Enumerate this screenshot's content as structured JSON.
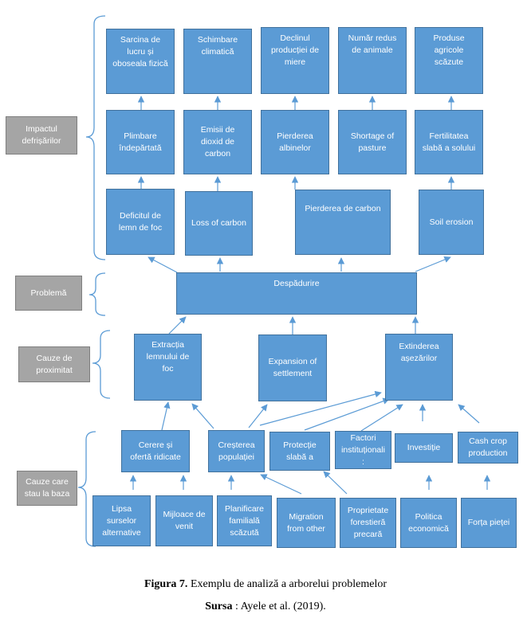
{
  "sections": {
    "impact": "Impactul\ndefrișărilor",
    "problem": "Problemă",
    "proximate": "Cauze de\nproximitat",
    "root": "Cauze care\nstau la baza"
  },
  "impact_row1": [
    "Sarcina de\nlucru și\noboseala fizică",
    "Schimbare\nclimatică",
    "Declinul\nproducției de\nmiere",
    "Număr redus\nde animale",
    "Produse\nagricole\nscăzute"
  ],
  "impact_row2": [
    "Plimbare\nîndepărtată",
    "Emisii de\ndioxid de\ncarbon",
    "Pierderea\nalbinelor",
    "Shortage of\npasture",
    "Fertilitatea\nslabă a solului"
  ],
  "impact_row3": [
    "Deficitul de\nlemn de foc",
    "Loss of carbon",
    "Pierderea de carbon",
    "Soil erosion"
  ],
  "problem": "Despădurire",
  "proximate_causes": [
    "Extracția\nlemnului de\nfoc",
    "Expansion of\nsettlement",
    "Extinderea\nașezărilor"
  ],
  "root_row1": [
    "Cerere și\nofertă ridicate",
    "Creșterea\npopulației",
    "Protecție\nslabă a",
    "Factori\ninstituționali\n:",
    "Investiție",
    "Cash crop\nproduction"
  ],
  "root_row2": [
    "Lipsa\nsurselor\nalternative",
    "Mijloace de\nvenit",
    "Planificare\nfamilială\nscăzută",
    "Migration\nfrom other",
    "Proprietate\nforestieră\nprecară",
    "Politica\neconomică",
    "Forța pieței"
  ],
  "caption": {
    "figure_label": "Figura 7.",
    "figure_text": " Exemplu de analiză a arborelui problemelor",
    "source_label": "Sursa",
    "source_text": " : Ayele et al. (2019)."
  },
  "colors": {
    "box_fill": "#5b9bd5",
    "box_border": "#41719c",
    "side_fill": "#a5a5a5",
    "arrow": "#5b9bd5"
  }
}
